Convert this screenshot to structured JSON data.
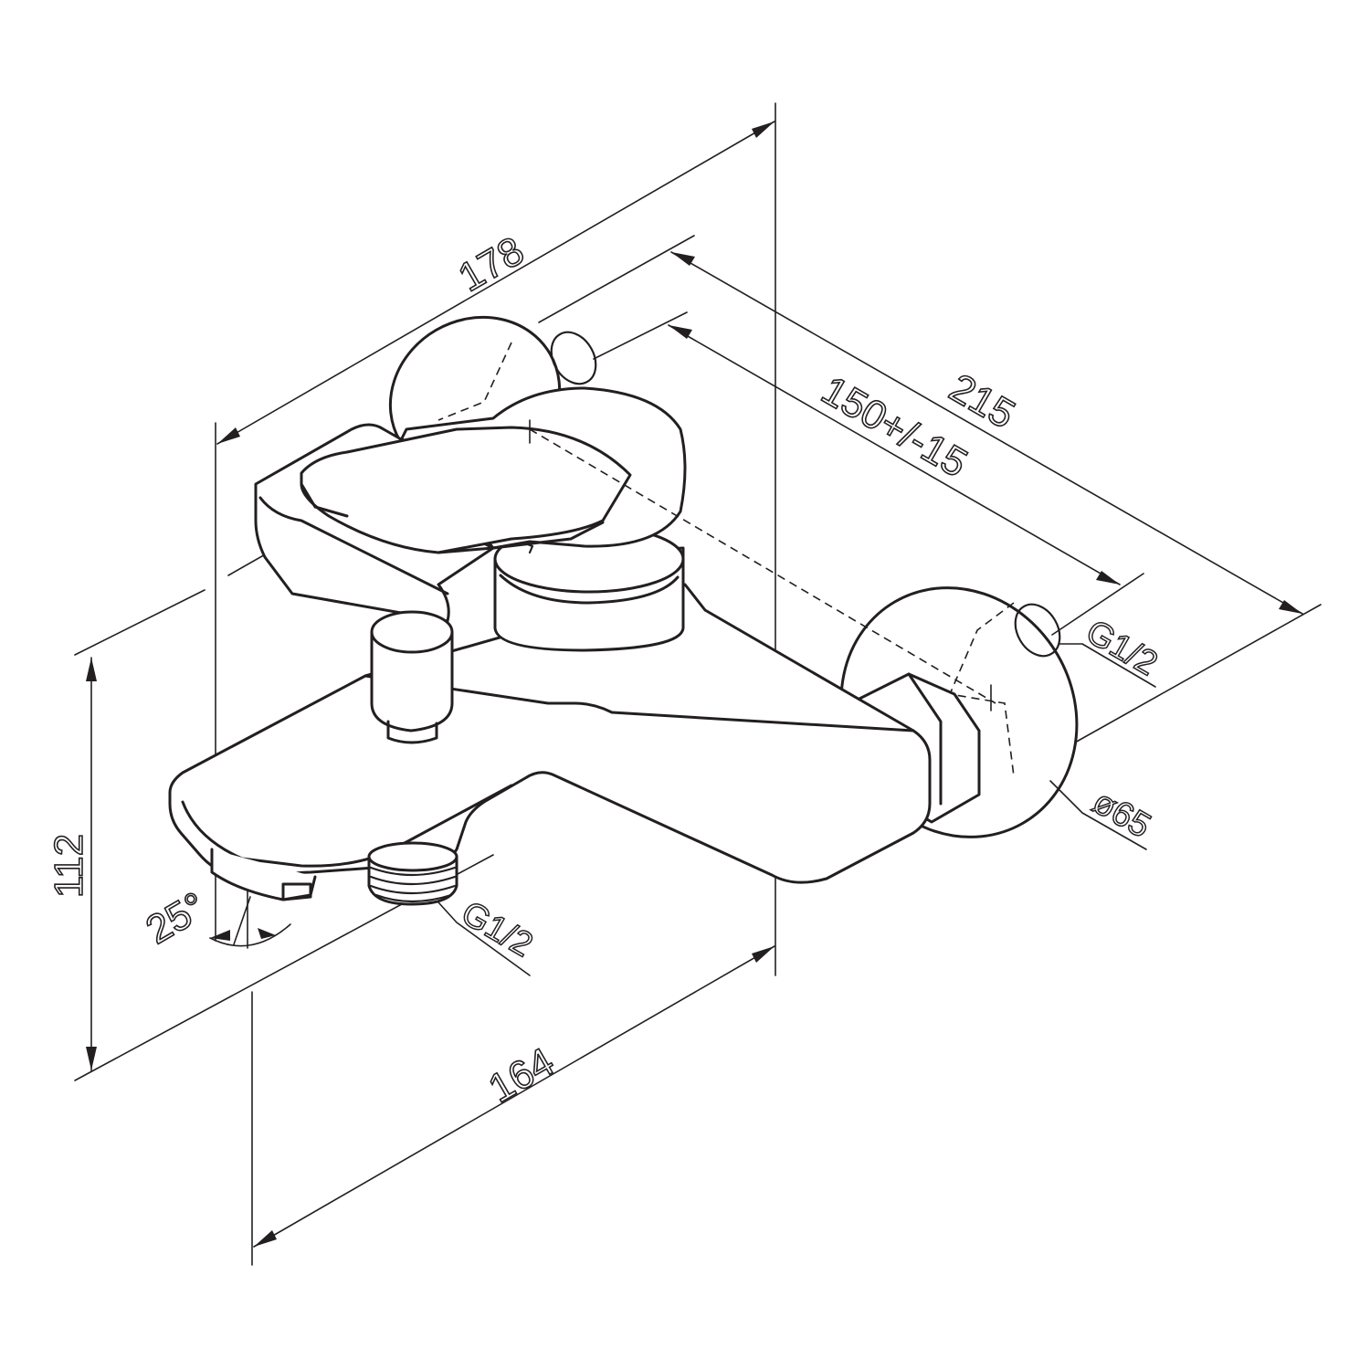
{
  "dimensions": {
    "width_top": "178",
    "depth_total": "215",
    "center_distance": "150+/-15",
    "height": "112",
    "width_bottom": "164",
    "spout_angle": "25°",
    "inlet_thread": "G1/2",
    "outlet_thread": "G1/2",
    "flange_diameter": "ø65"
  },
  "colors": {
    "line": "#231f20",
    "background": "#ffffff"
  }
}
